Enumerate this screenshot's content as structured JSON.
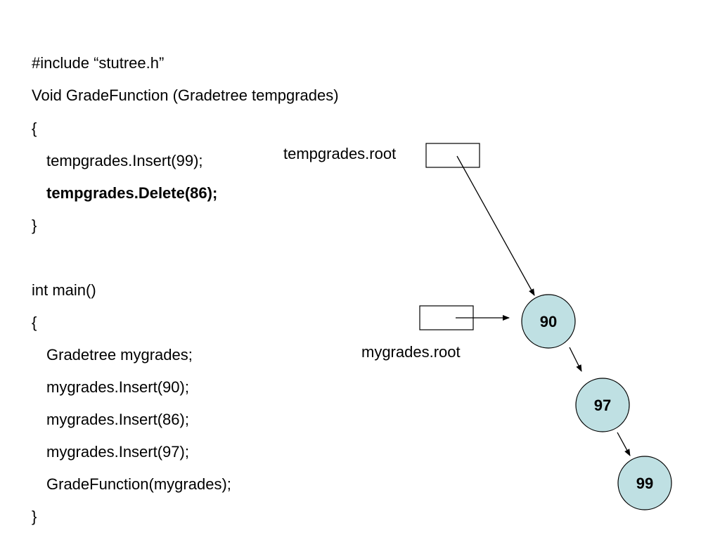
{
  "code": {
    "lines": [
      "#include “stutree.h”",
      "Void GradeFunction (Gradetree tempgrades)",
      "{",
      "tempgrades.Insert(99);",
      "tempgrades.Delete(86);",
      "}",
      "int main()",
      "{",
      "Gradetree mygrades;",
      "mygrades.Insert(90);",
      "mygrades.Insert(86);",
      "mygrades.Insert(97);",
      "GradeFunction(mygrades);",
      "}"
    ]
  },
  "diagram": {
    "pointer_labels": {
      "temp_root": "tempgrades.root",
      "my_root": "mygrades.root"
    },
    "nodes": [
      "90",
      "97",
      "99"
    ],
    "colors": {
      "node_fill": "#bfe0e3",
      "stroke": "#000000"
    }
  }
}
